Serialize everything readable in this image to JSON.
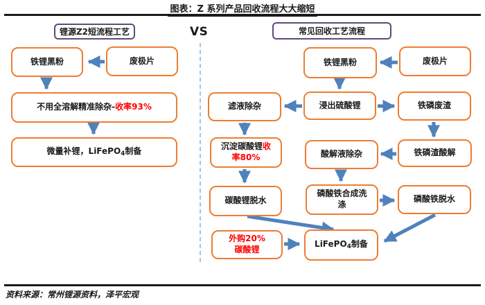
{
  "title": "图表：Z 系列产品回收流程大大缩短",
  "vs_label": "VS",
  "source": "资料来源：常州锂源资料，泽平宏观",
  "colors": {
    "box_border_orange": "#ED7D31",
    "arrow_blue": "#4F81BD",
    "highlight_red": "#FF0000",
    "header_border_purple": "#5F497A",
    "divider_dashed_blue": "#A6C4E4"
  },
  "left_flow": {
    "header": "锂源Z2短流程工艺",
    "nodes": {
      "black_powder": {
        "label": "铁锂黑粉"
      },
      "waste_electrode": {
        "label": "废极片"
      },
      "impurity_removal": {
        "label": "不用全溶解精准除杂-",
        "highlight": "收率93%"
      },
      "lifepo4_prep": {
        "pre": "微量补锂，LiFePO",
        "sub": "4",
        "post": "制备"
      }
    }
  },
  "right_flow": {
    "header": "常见回收工艺流程",
    "nodes": {
      "black_powder": {
        "label": "铁锂黑粉"
      },
      "waste_electrode": {
        "label": "废极片"
      },
      "filtrate_impurity_removal": {
        "label": "滤液除杂"
      },
      "leach_lithium_sulfate": {
        "label": "浸出硫酸锂"
      },
      "iron_phosphorus_waste_slag": {
        "label": "铁磷废渣"
      },
      "precipitate_lithium_carbonate": {
        "label": "沉淀碳酸锂",
        "highlight": "收\n率80%"
      },
      "acid_solution_impurity_removal": {
        "label": "酸解液除杂"
      },
      "iron_phosphorus_slag_acid_dissolution": {
        "label": "铁磷渣酸解"
      },
      "lithium_carbonate_dewatering": {
        "label": "碳酸锂脱水"
      },
      "iron_phosphate_synthesis_washing": {
        "label": "磷酸铁合成洗\n涤"
      },
      "iron_phosphate_dewatering": {
        "label": "磷酸铁脱水"
      },
      "purchased_lithium_carbonate": {
        "highlight": "外购20%\n碳酸锂"
      },
      "lifepo4_prep": {
        "pre": "LiFePO",
        "sub": "4",
        "post": "制备"
      }
    }
  }
}
